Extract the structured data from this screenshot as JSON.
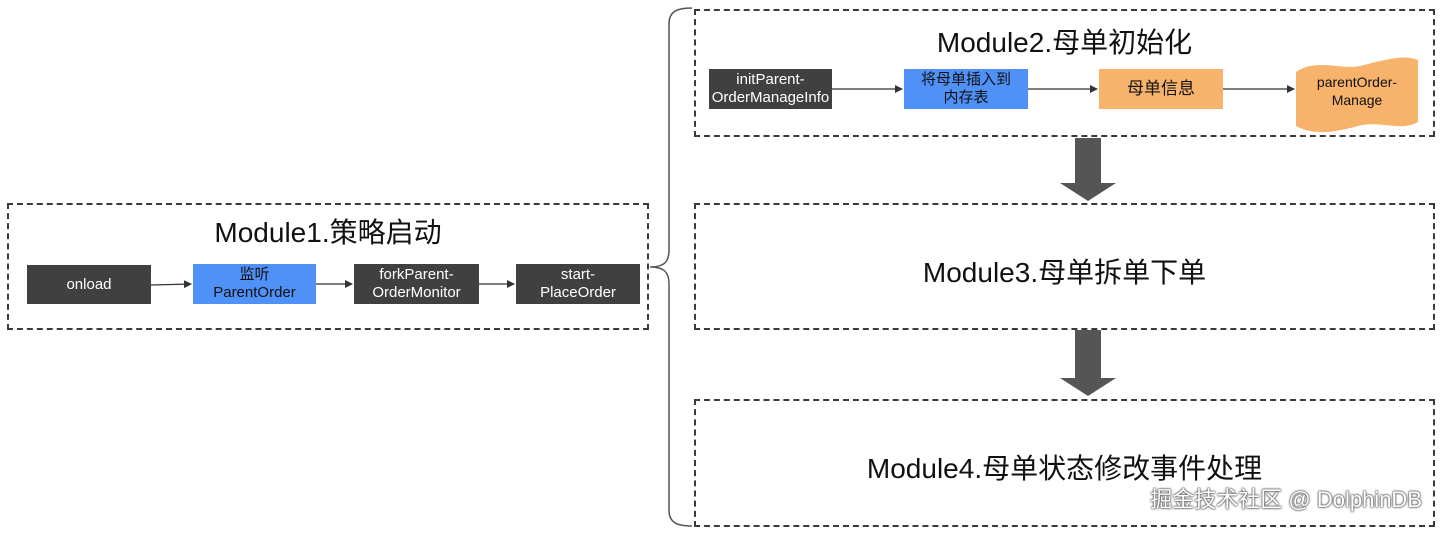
{
  "module1": {
    "title": "Module1.策略启动",
    "nodes": [
      {
        "label": "onload",
        "style": "dark"
      },
      {
        "label": "监听\nParentOrder",
        "style": "blue"
      },
      {
        "label": "forkParent-\nOrderMonitor",
        "style": "dark"
      },
      {
        "label": "start-\nPlaceOrder",
        "style": "dark"
      }
    ]
  },
  "module2": {
    "title": "Module2.母单初始化",
    "nodes": [
      {
        "label": "initParent-\nOrderManageInfo",
        "style": "dark"
      },
      {
        "label": "将母单插入到\n内存表",
        "style": "blue"
      },
      {
        "label": "母单信息",
        "style": "orange"
      },
      {
        "label": "parentOrder-\nManage",
        "style": "orange-storage"
      }
    ]
  },
  "module3": {
    "title": "Module3.母单拆单下单"
  },
  "module4": {
    "title": "Module4.母单状态修改事件处理"
  },
  "colors": {
    "dark_node": "#404040",
    "blue_node": "#4f91f7",
    "orange_node": "#f7b26b",
    "border": "#3a3a3a",
    "arrow": "#555555"
  },
  "watermark": "掘金技术社区 @ DolphinDB"
}
